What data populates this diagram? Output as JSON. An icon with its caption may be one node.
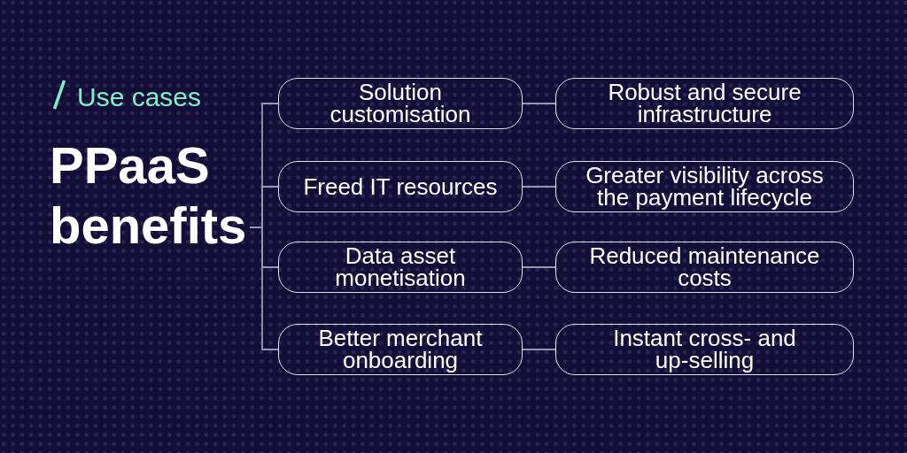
{
  "diagram": {
    "nodes": [
      {
        "text": [
          "PPaaS benefits"
        ]
      },
      {
        "text": [
          "Solution customisation"
        ]
      },
      {
        "text": [
          "Robust and secure infrastructure"
        ]
      },
      {
        "text": [
          "Freed IT resources"
        ]
      },
      {
        "text": [
          "Greater visibility across the payment lifecycle"
        ]
      },
      {
        "text": [
          "Data asset monetisation"
        ]
      },
      {
        "text": [
          "Reduced maintenance costs"
        ]
      },
      {
        "text": [
          "Better merchant onboarding"
        ]
      },
      {
        "text": [
          "Instant cross- and up-selling"
        ]
      }
    ],
    "edges": [
      {
        "from": 0,
        "to": 1,
        "arrow": "none"
      },
      {
        "from": 0,
        "to": 3,
        "arrow": "none"
      },
      {
        "from": 0,
        "to": 5,
        "arrow": "none"
      },
      {
        "from": 0,
        "to": 7,
        "arrow": "none"
      },
      {
        "from": 1,
        "to": 2,
        "arrow": "none"
      },
      {
        "from": 3,
        "to": 4,
        "arrow": "none"
      },
      {
        "from": 5,
        "to": 6,
        "arrow": "none"
      },
      {
        "from": 7,
        "to": 8,
        "arrow": "none"
      }
    ],
    "labels": [
      "Use cases"
    ]
  }
}
